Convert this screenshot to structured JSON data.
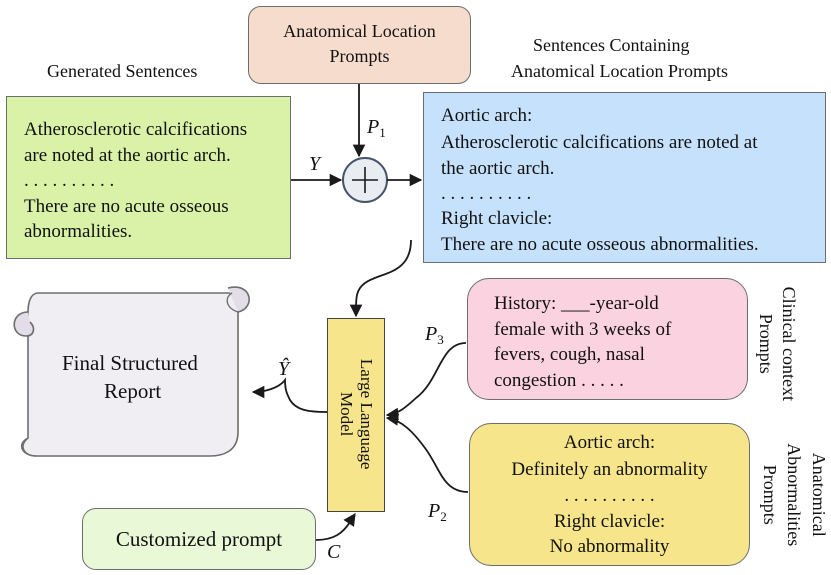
{
  "nodes": {
    "anatomical_location_prompts": {
      "line1": "Anatomical Location",
      "line2": "Prompts"
    },
    "generated_sentences": {
      "title": "Generated Sentences",
      "lines": [
        "Atherosclerotic calcifications",
        "are noted at the aortic arch.",
        ". . . . . . . . . .",
        "There are no acute osseous",
        "abnormalities."
      ]
    },
    "sentences_containing": {
      "title_line1": "Sentences Containing",
      "title_line2": "Anatomical Location Prompts",
      "lines": [
        "Aortic arch:",
        "Atherosclerotic calcifications are noted at",
        "the aortic arch.",
        ". . . . . . . . . .",
        "Right clavicle:",
        "There are no acute osseous abnormalities."
      ]
    },
    "clinical_context": {
      "side_label_line1": "Clinical context",
      "side_label_line2": "Prompts",
      "lines": [
        "History:  ___-year-old",
        "female with 3 weeks of",
        "fevers, cough, nasal",
        "congestion . . . . ."
      ]
    },
    "anatomical_abnormalities": {
      "side_label_line1": "Anatomical",
      "side_label_line2": "Abnormalities",
      "side_label_line3": "Prompts",
      "lines": [
        "Aortic arch:",
        "Definitely an abnormality",
        ". . . . . . . . . .",
        "Right clavicle:",
        "No abnormality"
      ]
    },
    "llm": {
      "line1": "Large Language",
      "line2": "Model"
    },
    "final_report": {
      "line1": "Final Structured",
      "line2": "Report"
    },
    "customized_prompt": {
      "label": "Customized prompt"
    }
  },
  "symbols": {
    "y": "Y",
    "y_hat": "Ŷ",
    "c": "C",
    "p1": {
      "base": "P",
      "sub": "1"
    },
    "p2": {
      "base": "P",
      "sub": "2"
    },
    "p3": {
      "base": "P",
      "sub": "3"
    },
    "plus": "+"
  },
  "colors": {
    "anatomical_location_fill": "#f6dccd",
    "generated_fill": "#d9f2a7",
    "sentences_fill": "#c6e1fb",
    "clinical_fill": "#fbd2df",
    "abnormal_fill": "#f6e58a",
    "llm_fill": "#f6e58a",
    "customized_fill": "#e9f8d6",
    "scroll_fill": "#f1eef3"
  }
}
